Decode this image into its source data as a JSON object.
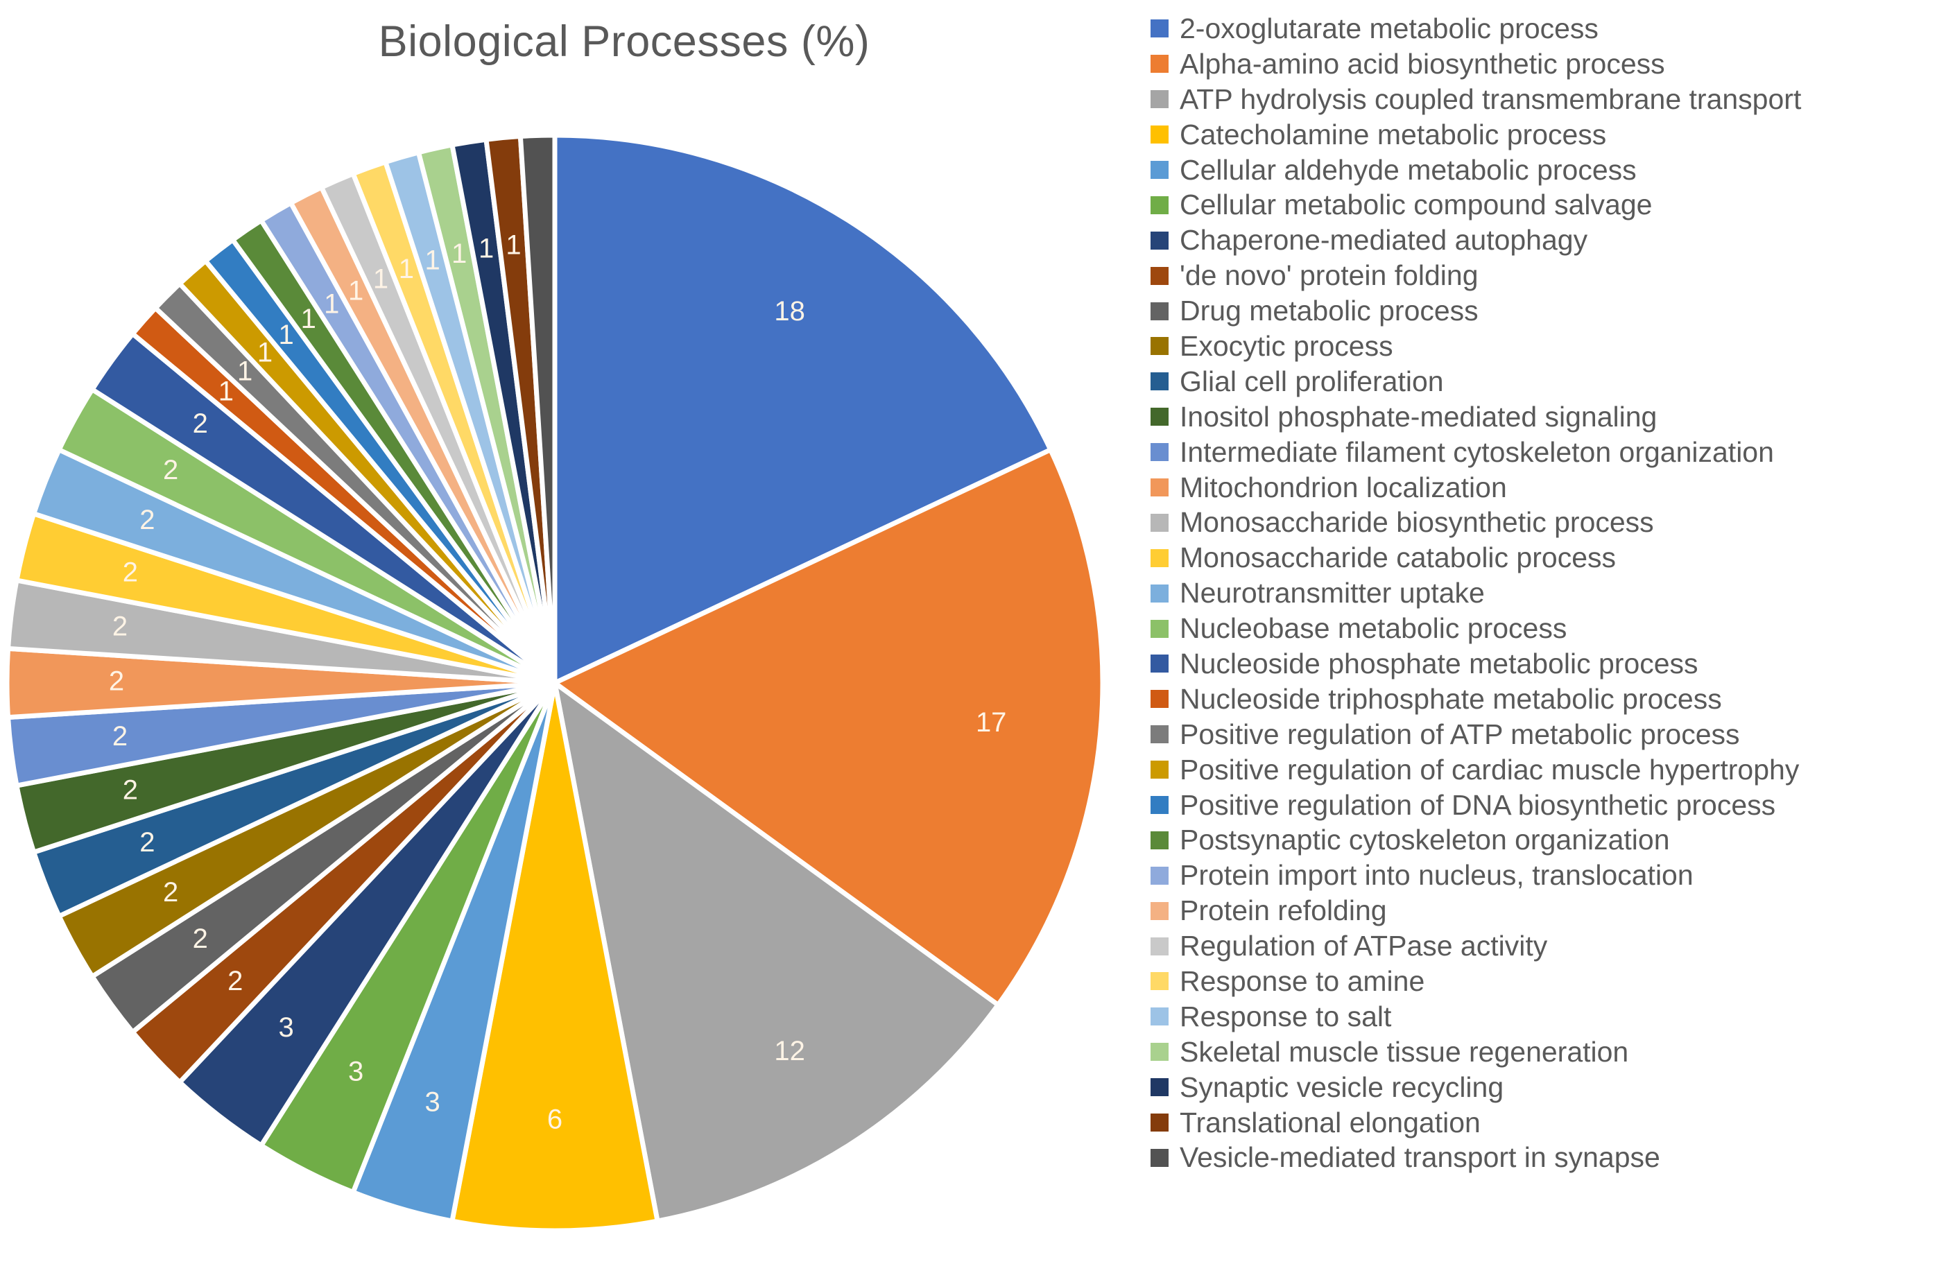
{
  "chart": {
    "title": "Biological Processes (%)"
  },
  "chart_data": {
    "type": "pie",
    "title": "Biological Processes (%)",
    "xlabel": "",
    "ylabel": "",
    "legend_position": "right",
    "grid": false,
    "value_unit": "%",
    "start_angle_deg": 0,
    "direction": "clockwise",
    "categories": [
      "2-oxoglutarate metabolic process",
      "Alpha-amino acid biosynthetic process",
      "ATP hydrolysis coupled transmembrane transport",
      "Catecholamine metabolic process",
      "Cellular aldehyde metabolic process",
      "Cellular metabolic compound salvage",
      "Chaperone-mediated autophagy",
      "'de novo' protein folding",
      "Drug metabolic process",
      "Exocytic process",
      "Glial cell proliferation",
      "Inositol phosphate-mediated signaling",
      "Intermediate filament cytoskeleton organization",
      "Mitochondrion localization",
      "Monosaccharide biosynthetic process",
      "Monosaccharide catabolic process",
      "Neurotransmitter uptake",
      "Nucleobase metabolic process",
      "Nucleoside phosphate metabolic process",
      "Nucleoside triphosphate metabolic process",
      "Positive regulation of ATP metabolic process",
      "Positive regulation of cardiac muscle hypertrophy",
      "Positive regulation of DNA biosynthetic process",
      "Postsynaptic cytoskeleton organization",
      "Protein import into nucleus, translocation",
      "Protein refolding",
      "Regulation of ATPase activity",
      "Response to amine",
      "Response to salt",
      "Skeletal muscle tissue regeneration",
      "Synaptic vesicle recycling",
      "Translational elongation",
      "Vesicle-mediated transport in synapse"
    ],
    "values": [
      18,
      17,
      12,
      6,
      3,
      3,
      3,
      2,
      2,
      2,
      2,
      2,
      2,
      2,
      2,
      2,
      2,
      2,
      2,
      1,
      1,
      1,
      1,
      1,
      1,
      1,
      1,
      1,
      1,
      1,
      1,
      1,
      1
    ],
    "colors": [
      "#4472C4",
      "#ED7D31",
      "#A5A5A5",
      "#FFC000",
      "#5B9BD5",
      "#70AD47",
      "#264478",
      "#9E480E",
      "#636363",
      "#997300",
      "#255E91",
      "#43682B",
      "#698ED0",
      "#F1975A",
      "#B7B7B7",
      "#FFCD33",
      "#7CAFDD",
      "#8CC168",
      "#335AA1",
      "#D05A13",
      "#7C7C7C",
      "#CC9A00",
      "#327DC2",
      "#5A8A39",
      "#8FAADC",
      "#F4B183",
      "#C9C9C9",
      "#FFD966",
      "#9DC3E6",
      "#A9D18E",
      "#1F3864",
      "#843C0C",
      "#525252"
    ],
    "labels_shown": [
      18,
      17,
      12,
      6,
      3,
      3,
      3,
      2,
      2,
      2,
      2,
      2,
      2,
      2,
      2,
      2,
      2,
      2,
      2,
      1,
      1,
      1,
      1,
      1,
      1,
      1,
      1,
      1,
      1,
      1,
      1,
      1,
      null
    ]
  },
  "legend": {
    "items": [
      {
        "label": "2-oxoglutarate metabolic process",
        "color": "#4472C4"
      },
      {
        "label": "Alpha-amino acid biosynthetic process",
        "color": "#ED7D31"
      },
      {
        "label": "ATP hydrolysis coupled transmembrane transport",
        "color": "#A5A5A5"
      },
      {
        "label": "Catecholamine metabolic process",
        "color": "#FFC000"
      },
      {
        "label": "Cellular aldehyde metabolic process",
        "color": "#5B9BD5"
      },
      {
        "label": "Cellular metabolic compound salvage",
        "color": "#70AD47"
      },
      {
        "label": "Chaperone-mediated autophagy",
        "color": "#264478"
      },
      {
        "label": "'de novo' protein folding",
        "color": "#9E480E"
      },
      {
        "label": "Drug metabolic process",
        "color": "#636363"
      },
      {
        "label": "Exocytic process",
        "color": "#997300"
      },
      {
        "label": "Glial cell proliferation",
        "color": "#255E91"
      },
      {
        "label": "Inositol phosphate-mediated signaling",
        "color": "#43682B"
      },
      {
        "label": "Intermediate filament cytoskeleton organization",
        "color": "#698ED0"
      },
      {
        "label": "Mitochondrion localization",
        "color": "#F1975A"
      },
      {
        "label": "Monosaccharide biosynthetic process",
        "color": "#B7B7B7"
      },
      {
        "label": "Monosaccharide catabolic process",
        "color": "#FFCD33"
      },
      {
        "label": "Neurotransmitter uptake",
        "color": "#7CAFDD"
      },
      {
        "label": "Nucleobase metabolic process",
        "color": "#8CC168"
      },
      {
        "label": "Nucleoside phosphate metabolic process",
        "color": "#335AA1"
      },
      {
        "label": "Nucleoside triphosphate metabolic process",
        "color": "#D05A13"
      },
      {
        "label": "Positive regulation of ATP metabolic process",
        "color": "#7C7C7C"
      },
      {
        "label": "Positive regulation of cardiac muscle hypertrophy",
        "color": "#CC9A00"
      },
      {
        "label": "Positive regulation of DNA biosynthetic process",
        "color": "#327DC2"
      },
      {
        "label": "Postsynaptic cytoskeleton organization",
        "color": "#5A8A39"
      },
      {
        "label": "Protein import into nucleus, translocation",
        "color": "#8FAADC"
      },
      {
        "label": "Protein refolding",
        "color": "#F4B183"
      },
      {
        "label": "Regulation of ATPase activity",
        "color": "#C9C9C9"
      },
      {
        "label": "Response to amine",
        "color": "#FFD966"
      },
      {
        "label": "Response to salt",
        "color": "#9DC3E6"
      },
      {
        "label": "Skeletal muscle tissue regeneration",
        "color": "#A9D18E"
      },
      {
        "label": "Synaptic vesicle recycling",
        "color": "#1F3864"
      },
      {
        "label": "Translational elongation",
        "color": "#843C0C"
      },
      {
        "label": "Vesicle-mediated transport in synapse",
        "color": "#525252"
      }
    ]
  }
}
